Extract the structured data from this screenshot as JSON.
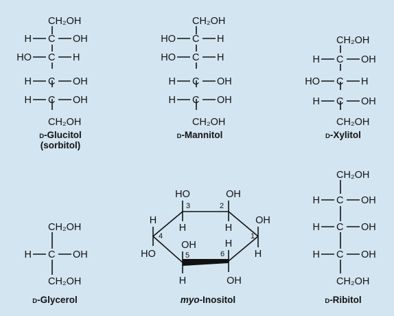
{
  "figure": {
    "background": "#d3e5f1",
    "groups": {
      "ch2oh": "CH₂OH",
      "h": "H",
      "oh": "OH",
      "ho": "HO",
      "c": "C"
    },
    "compounds": [
      {
        "key": "glucitol",
        "prefix": "D",
        "name": "-Glucitol",
        "subtitle": "(sorbitol)",
        "rows": [
          [
            "H",
            "OH"
          ],
          [
            "HO",
            "H"
          ],
          [
            "H",
            "OH"
          ],
          [
            "H",
            "OH"
          ]
        ]
      },
      {
        "key": "mannitol",
        "prefix": "D",
        "name": "-Mannitol",
        "rows": [
          [
            "HO",
            "H"
          ],
          [
            "HO",
            "H"
          ],
          [
            "H",
            "OH"
          ],
          [
            "H",
            "OH"
          ]
        ]
      },
      {
        "key": "xylitol",
        "prefix": "D",
        "name": "-Xylitol",
        "rows": [
          [
            "H",
            "OH"
          ],
          [
            "HO",
            "H"
          ],
          [
            "H",
            "OH"
          ]
        ]
      },
      {
        "key": "glycerol",
        "prefix": "D",
        "name": "-Glycerol",
        "rows": [
          [
            "H",
            "OH"
          ]
        ]
      },
      {
        "key": "inositol",
        "prefix": "myo",
        "name": "-Inositol",
        "ring_numbers": [
          "1",
          "2",
          "3",
          "4",
          "5",
          "6"
        ]
      },
      {
        "key": "ribitol",
        "prefix": "D",
        "name": "-Ribitol",
        "rows": [
          [
            "H",
            "OH"
          ],
          [
            "H",
            "OH"
          ],
          [
            "H",
            "OH"
          ]
        ]
      }
    ]
  }
}
